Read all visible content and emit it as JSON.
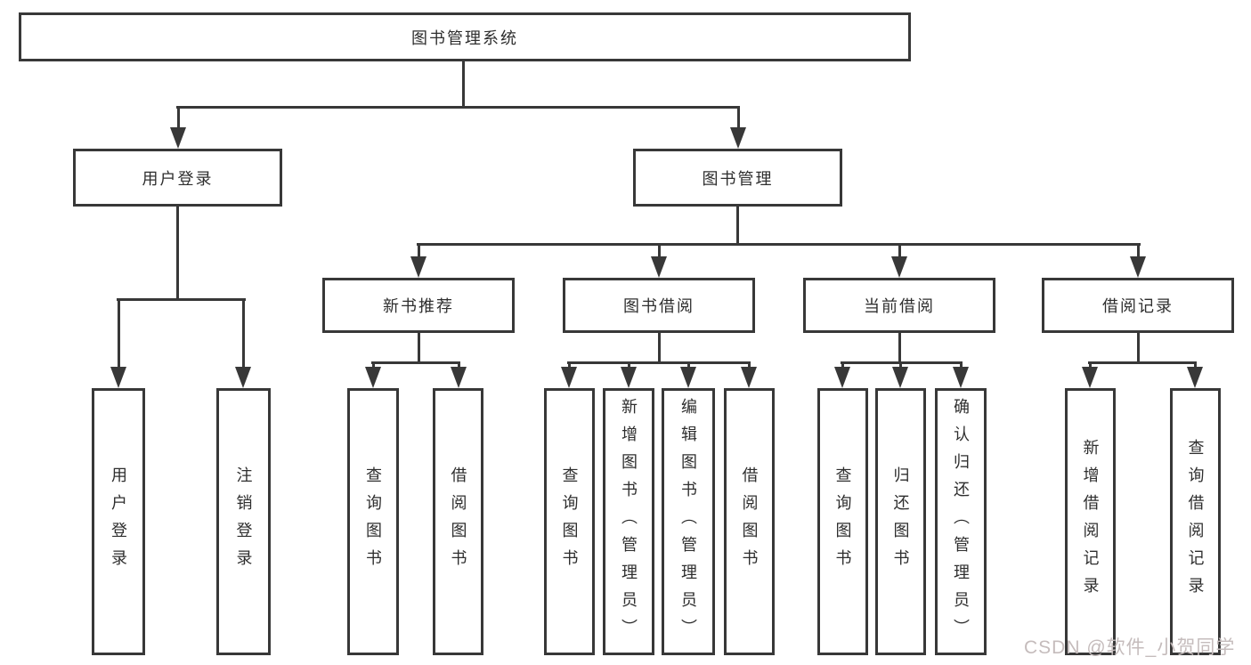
{
  "diagram": {
    "root": "图书管理系统",
    "branches": [
      {
        "label": "用户登录",
        "children": [
          "用户登录",
          "注销登录"
        ]
      },
      {
        "label": "图书管理",
        "groups": [
          {
            "label": "新书推荐",
            "children": [
              "查询图书",
              "借阅图书"
            ]
          },
          {
            "label": "图书借阅",
            "children": [
              "查询图书",
              "新增图书（管理员）",
              "编辑图书（管理员）",
              "借阅图书"
            ]
          },
          {
            "label": "当前借阅",
            "children": [
              "查询图书",
              "归还图书",
              "确认归还（管理员）"
            ]
          },
          {
            "label": "借阅记录",
            "children": [
              "新增借阅记录",
              "查询借阅记录"
            ]
          }
        ]
      }
    ]
  },
  "watermark": "CSDN @软件_小贺同学",
  "colors": {
    "line": "#383838",
    "text": "#2e2e2e",
    "watermark": "#c5bcbc"
  }
}
